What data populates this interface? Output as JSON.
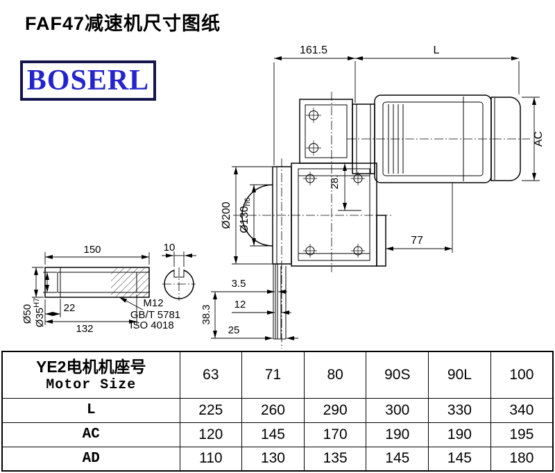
{
  "page": {
    "title": "FAF47减速机尺寸图纸",
    "logo_text": "BOSERL",
    "logo_color": "#2424cc",
    "line_color": "#000000"
  },
  "drawing": {
    "top_dim": "161.5",
    "motor_len": "L",
    "motor_ac": "AC",
    "flange_od": "Ø200",
    "spigot_d": "Ø130",
    "spigot_tol": "h6",
    "dim28": "28.",
    "dim77": "77",
    "dim35": "3.5",
    "dim12": "12",
    "dim25": "25",
    "dim383": "38.3",
    "shaft_len": "150",
    "key_w": "10",
    "dim22": "22",
    "dim132": "132",
    "shaft_od": "Ø50",
    "bore_d": "Ø35",
    "bore_tol": "H7",
    "thread": "M12",
    "std_gb": "GB/T 5781",
    "std_iso": "ISO 4018"
  },
  "table": {
    "header_cn": "YE2电机机座号",
    "header_en": "Motor Size",
    "sizes": [
      "63",
      "71",
      "80",
      "90S",
      "90L",
      "100"
    ],
    "rows": [
      {
        "label": "L",
        "values": [
          "225",
          "260",
          "290",
          "300",
          "330",
          "340"
        ]
      },
      {
        "label": "AC",
        "values": [
          "120",
          "145",
          "170",
          "190",
          "190",
          "195"
        ]
      },
      {
        "label": "AD",
        "values": [
          "110",
          "130",
          "135",
          "145",
          "145",
          "180"
        ]
      }
    ]
  }
}
